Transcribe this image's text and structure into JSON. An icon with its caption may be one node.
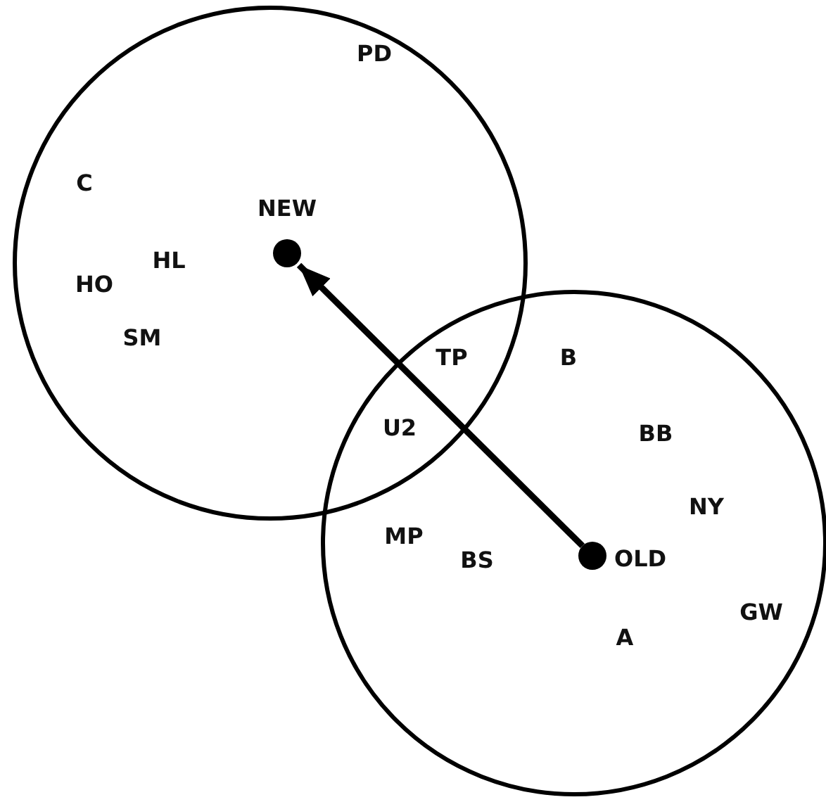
{
  "diagram": {
    "nodes": [
      {
        "text": [],
        "shape": "circle"
      },
      {
        "text": [],
        "shape": "circle",
        "in": 0,
        "beside": [
          "NEW"
        ]
      },
      {
        "text": [],
        "shape": "circle"
      },
      {
        "text": [],
        "shape": "circle",
        "in": 2,
        "beside": [
          "OLD"
        ]
      }
    ],
    "edges": [
      {
        "from": 3,
        "to": 1,
        "arrow": "to"
      }
    ],
    "labels": [
      "PD",
      "C",
      "HL",
      "HO",
      "SM",
      "TP",
      "B",
      "U2",
      "BB",
      "NY",
      "MP",
      "BS",
      "GW",
      "A"
    ]
  }
}
